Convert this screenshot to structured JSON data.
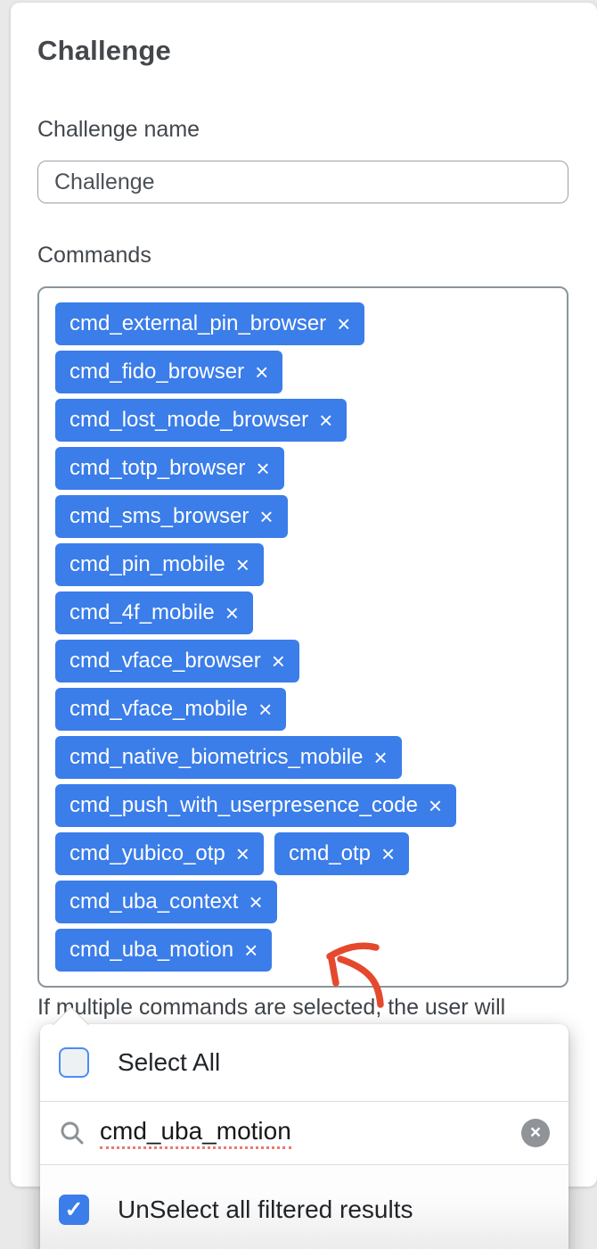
{
  "page": {
    "title": "Challenge"
  },
  "form": {
    "name_field": {
      "label": "Challenge name",
      "value": "Challenge"
    },
    "commands_field": {
      "label": "Commands",
      "tag_rows": [
        [
          "cmd_external_pin_browser"
        ],
        [
          "cmd_fido_browser"
        ],
        [
          "cmd_lost_mode_browser"
        ],
        [
          "cmd_totp_browser"
        ],
        [
          "cmd_sms_browser"
        ],
        [
          "cmd_pin_mobile"
        ],
        [
          "cmd_4f_mobile"
        ],
        [
          "cmd_vface_browser"
        ],
        [
          "cmd_vface_mobile"
        ],
        [
          "cmd_native_biometrics_mobile"
        ],
        [
          "cmd_push_with_userpresence_code"
        ],
        [
          "cmd_yubico_otp",
          "cmd_otp"
        ],
        [
          "cmd_uba_context"
        ],
        [
          "cmd_uba_motion"
        ]
      ]
    },
    "help_text": "If multiple commands are selected, the user will"
  },
  "dropdown": {
    "select_all": {
      "label": "Select All",
      "checked": false
    },
    "search": {
      "value": "cmd_uba_motion"
    },
    "unselect_filtered": {
      "label": "UnSelect all filtered results",
      "checked": true
    }
  },
  "icons": {
    "tag_remove": "×",
    "clear": "×",
    "check": "✓"
  },
  "colors": {
    "tag_blue": "#3b7de9",
    "checkbox_blue": "#3b7de9",
    "arrow_red": "#e4492e"
  }
}
